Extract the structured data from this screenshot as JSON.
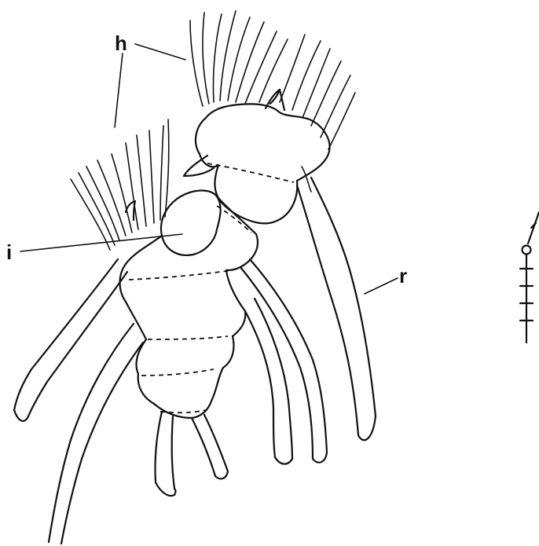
{
  "labels": {
    "h": "h",
    "i": "i",
    "r": "r"
  }
}
